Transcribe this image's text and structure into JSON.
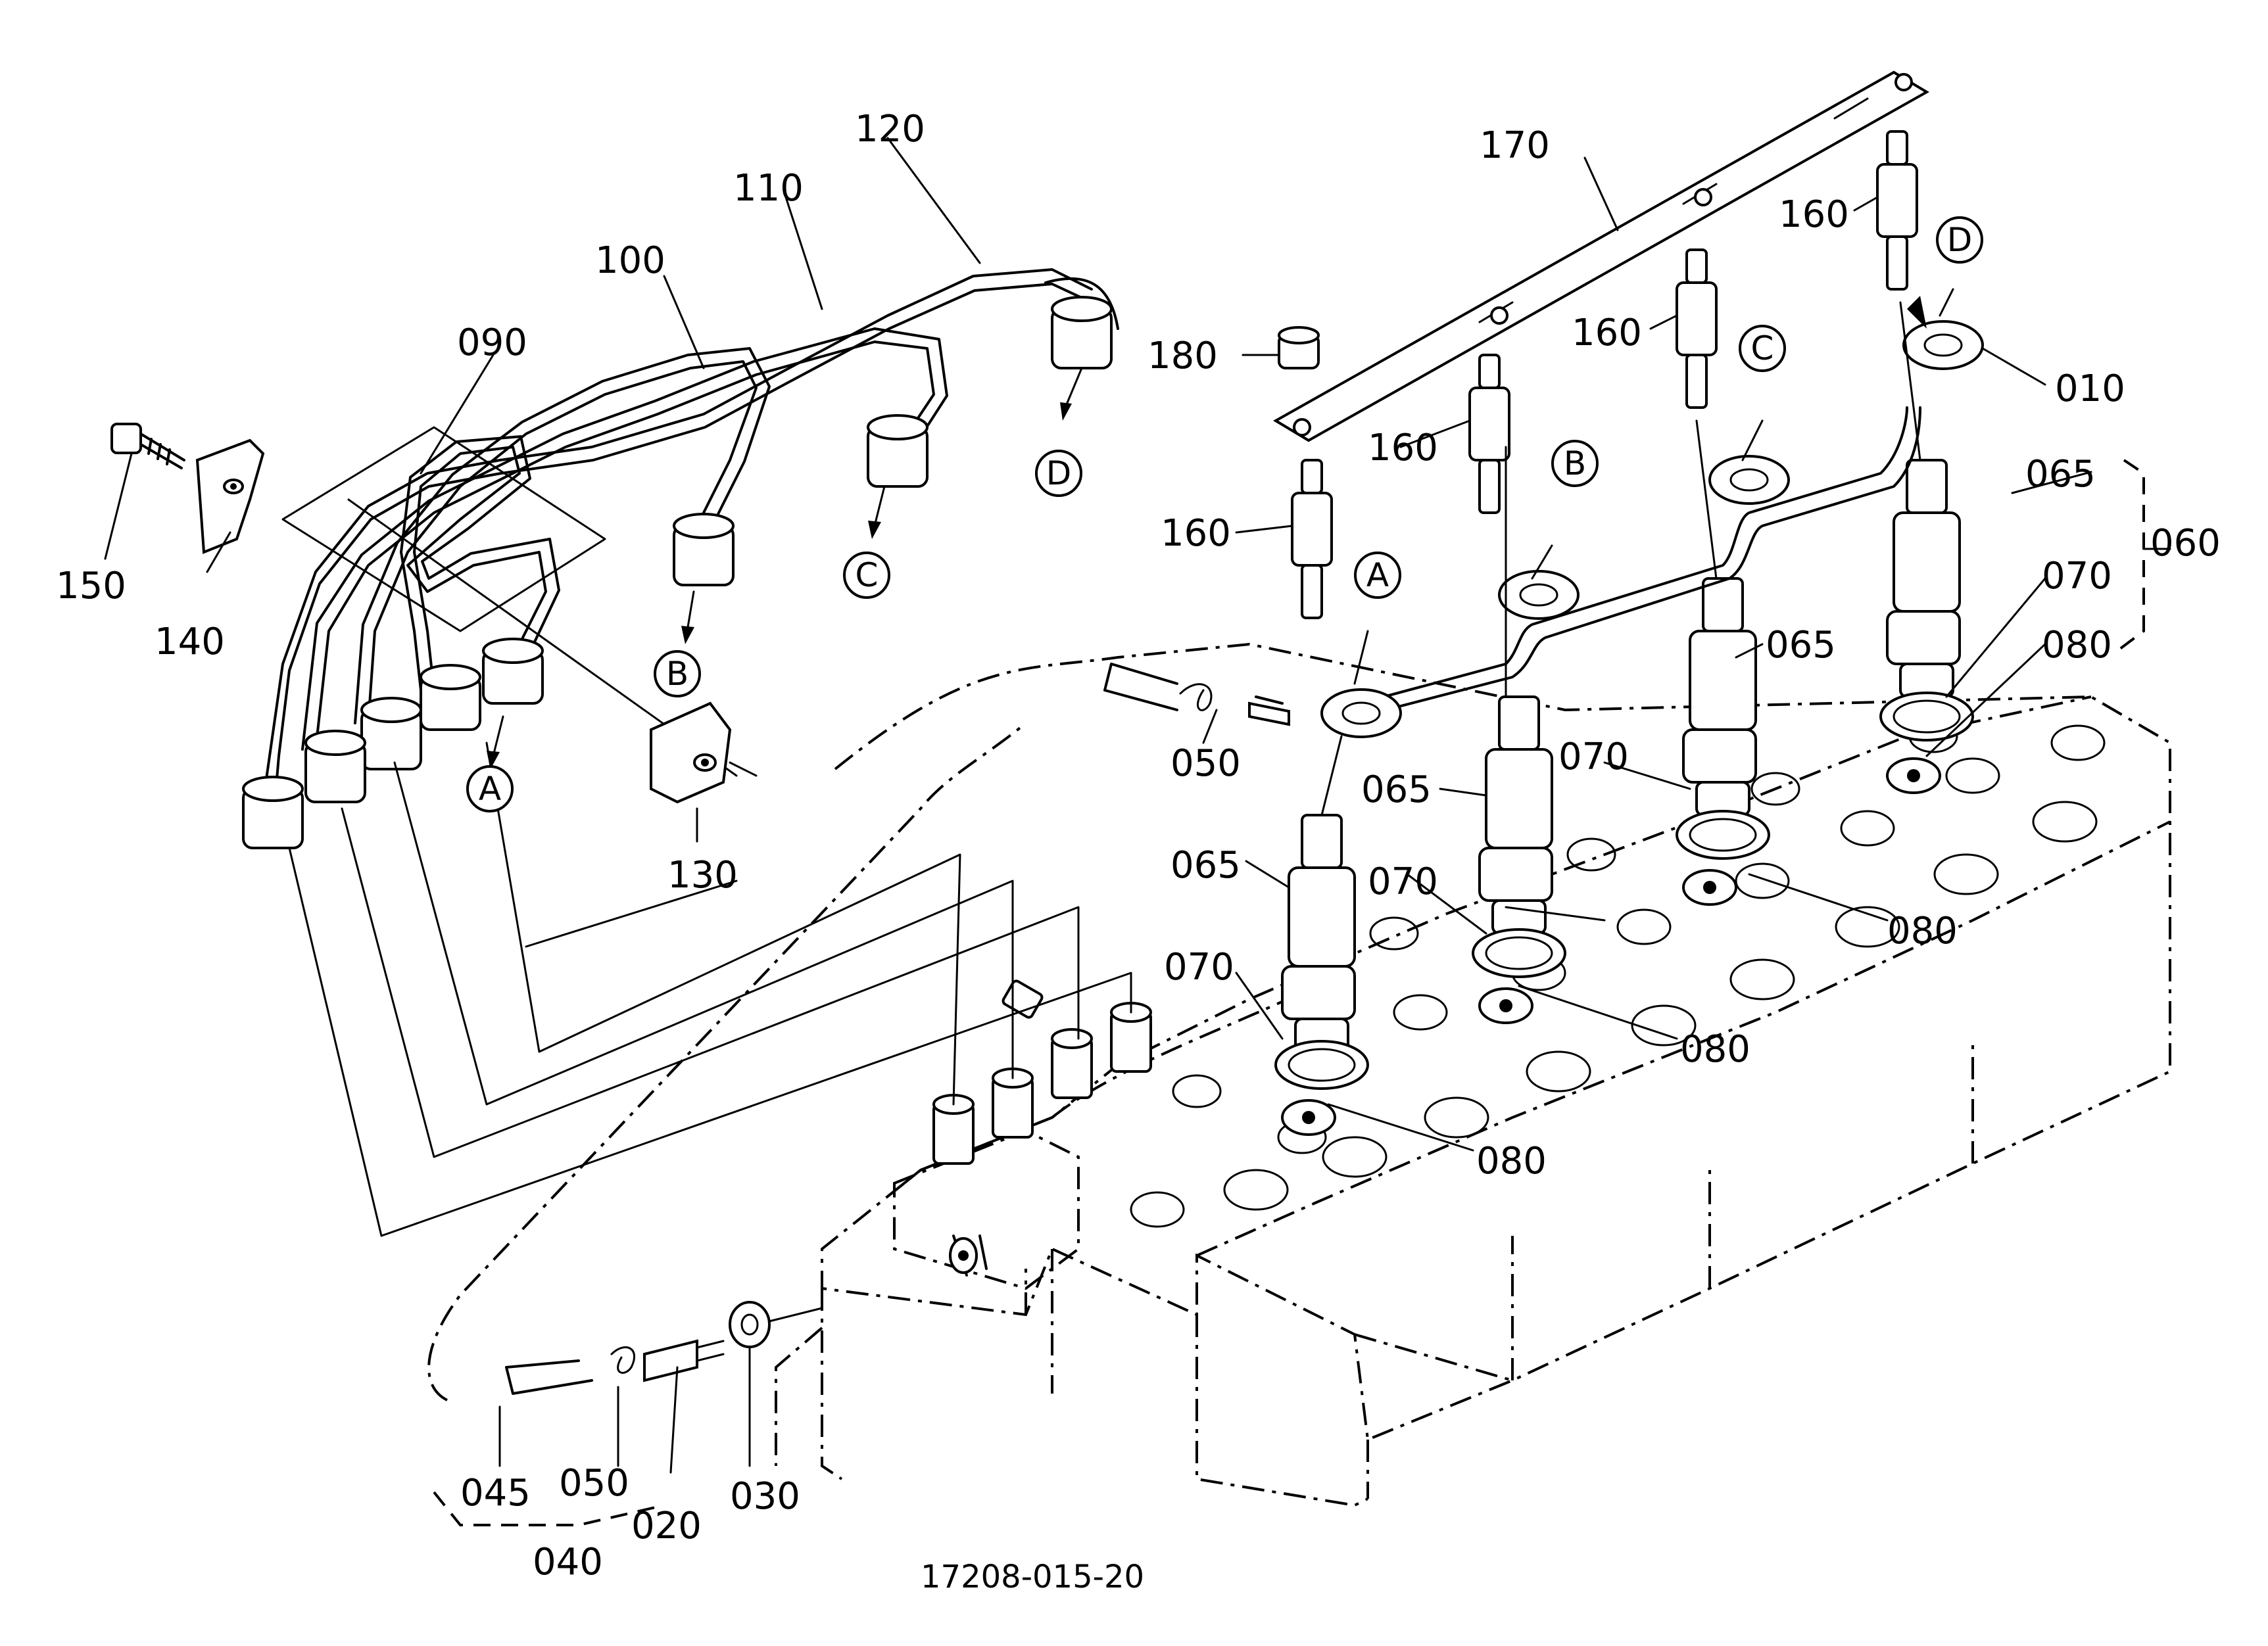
{
  "diagram_number": "17208-015-20",
  "part_labels": {
    "p010": "010",
    "p020": "020",
    "p030": "030",
    "p040": "040",
    "p045": "045",
    "p050_top": "050",
    "p050_bottom": "050",
    "p060": "060",
    "p065_a": "065",
    "p065_b": "065",
    "p065_c": "065",
    "p065_d": "065",
    "p070_a": "070",
    "p070_b": "070",
    "p070_c": "070",
    "p070_d": "070",
    "p080_a": "080",
    "p080_b": "080",
    "p080_c": "080",
    "p080_d": "080",
    "p090": "090",
    "p100": "100",
    "p110": "110",
    "p120": "120",
    "p130": "130",
    "p140": "140",
    "p150": "150",
    "p160_a": "160",
    "p160_b": "160",
    "p160_c": "160",
    "p160_d": "160",
    "p170": "170",
    "p180": "180"
  },
  "connection_markers": {
    "left_A": "A",
    "left_B": "B",
    "left_C": "C",
    "left_D": "D",
    "right_A": "A",
    "right_B": "B",
    "right_C": "C",
    "right_D": "D"
  }
}
